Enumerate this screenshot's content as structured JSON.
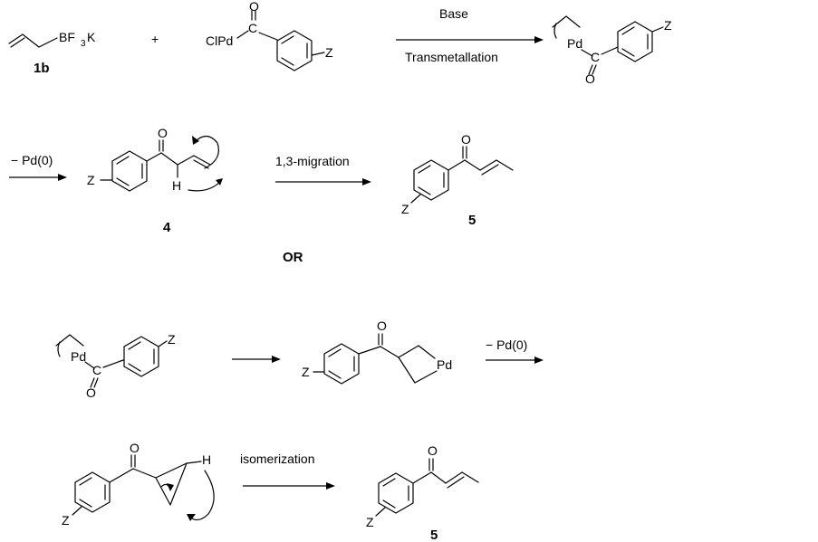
{
  "scheme": {
    "allyl_borate": {
      "group": "BF",
      "subscript": "3",
      "cation": "K",
      "label": "1b"
    },
    "plus": "+",
    "acyl_pd": {
      "pd": "ClPd",
      "carbon": "C",
      "oxygen": "O",
      "substituent": "Z"
    },
    "step1": {
      "above": "Base",
      "below": "Transmetallation"
    },
    "allyl_pd_complex": {
      "pd": "Pd",
      "carbon": "C",
      "oxygen": "O",
      "substituent": "Z"
    },
    "pd_elimination_top": "− Pd(0)",
    "ketone_4": {
      "substituent": "Z",
      "oxygen": "O",
      "hydrogen": "H",
      "label": "4"
    },
    "step2": {
      "above": "1,3-migration"
    },
    "enone_5_top": {
      "oxygen": "O",
      "substituent": "Z",
      "label": "5"
    },
    "or_text": "OR",
    "allyl_pd_complex_2": {
      "pd": "Pd",
      "carbon": "C",
      "oxygen": "O",
      "substituent": "Z"
    },
    "palladacycle": {
      "substituent": "Z",
      "oxygen": "O",
      "pd": "Pd"
    },
    "pd_elimination_bottom": "− Pd(0)",
    "cyclopropyl": {
      "oxygen": "O",
      "substituent": "Z",
      "hydrogen": "H"
    },
    "step3": {
      "above": "isomerization"
    },
    "enone_5_bottom": {
      "oxygen": "O",
      "substituent": "Z",
      "label": "5"
    }
  }
}
